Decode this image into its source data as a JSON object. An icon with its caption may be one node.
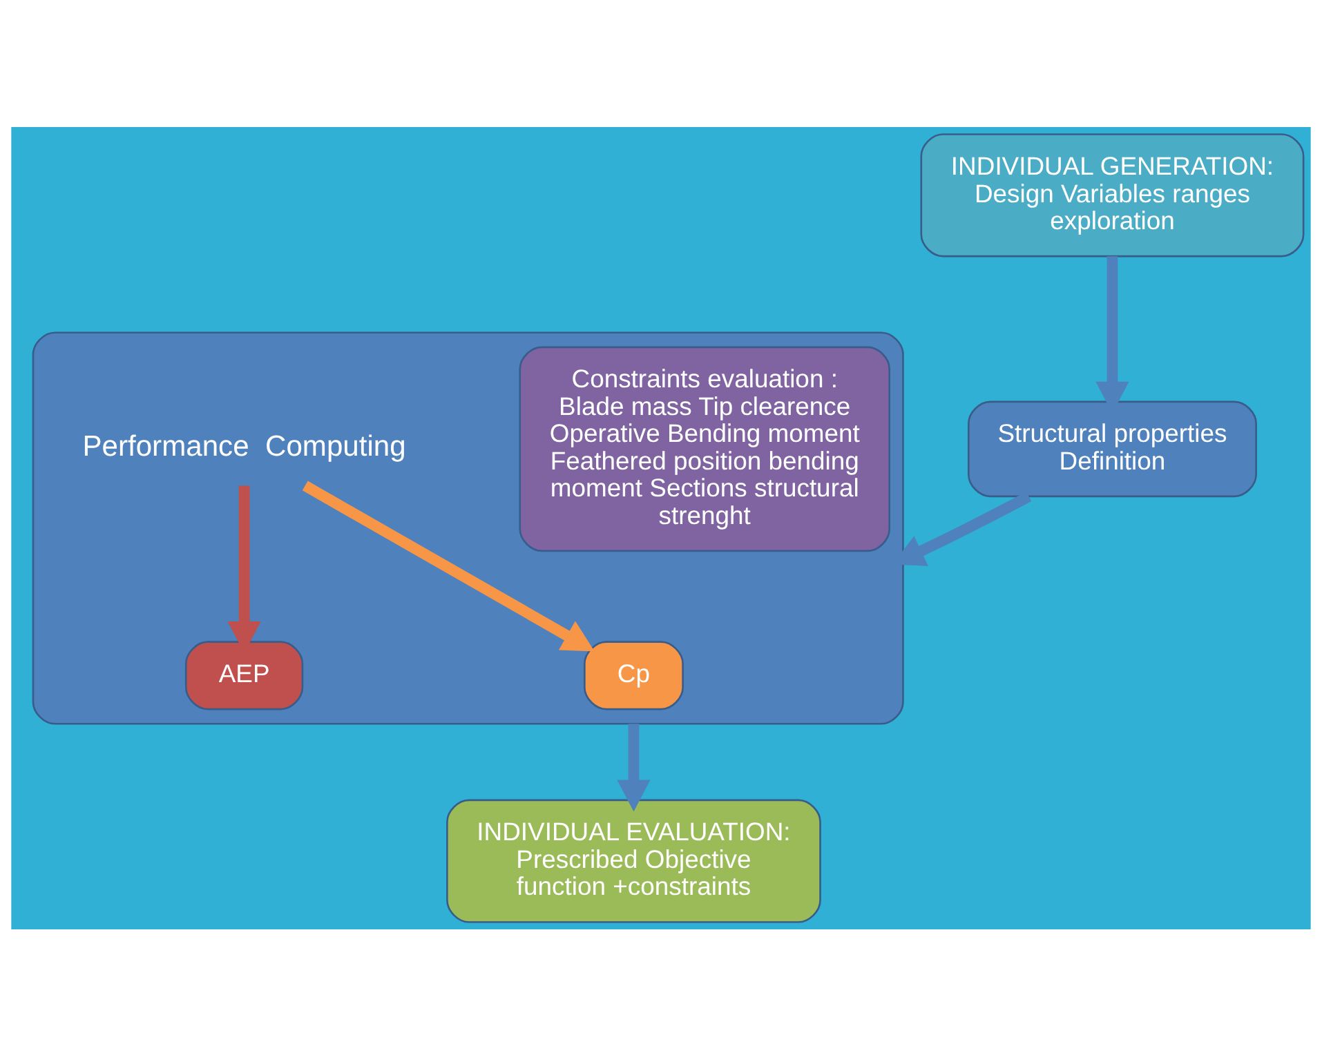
{
  "diagram": {
    "nodes": [
      {
        "text": [],
        "shape": "box"
      },
      {
        "text": [
          "Constraints evaluation :",
          "Blade mass Tip clearence Operative Bending moment Feathered position bending moment Sections structural strenght"
        ],
        "in": 0
      },
      {
        "text": [
          "Performance  Computing"
        ],
        "in": 0
      },
      {
        "text": [
          "AEP"
        ],
        "in": 0
      },
      {
        "text": [
          "Cp"
        ],
        "in": 0
      },
      {
        "text": [
          "INDIVIDUAL EVALUATION: Prescribed Objective function +constraints"
        ]
      },
      {
        "text": [
          "Structural properties Definition"
        ]
      },
      {
        "text": [
          "INDIVIDUAL GENERATION: Design Variables ranges exploration"
        ]
      }
    ],
    "edges": [
      {
        "from": 2,
        "to": 3,
        "arrow": "to",
        "color": "#c0504d"
      },
      {
        "from": 2,
        "to": 4,
        "arrow": "to",
        "color": "#f79646"
      },
      {
        "from": 0,
        "to": 5,
        "arrow": "to"
      },
      {
        "from": 7,
        "to": 6,
        "arrow": "to"
      },
      {
        "from": 6,
        "to": 0,
        "arrow": "to"
      }
    ]
  }
}
